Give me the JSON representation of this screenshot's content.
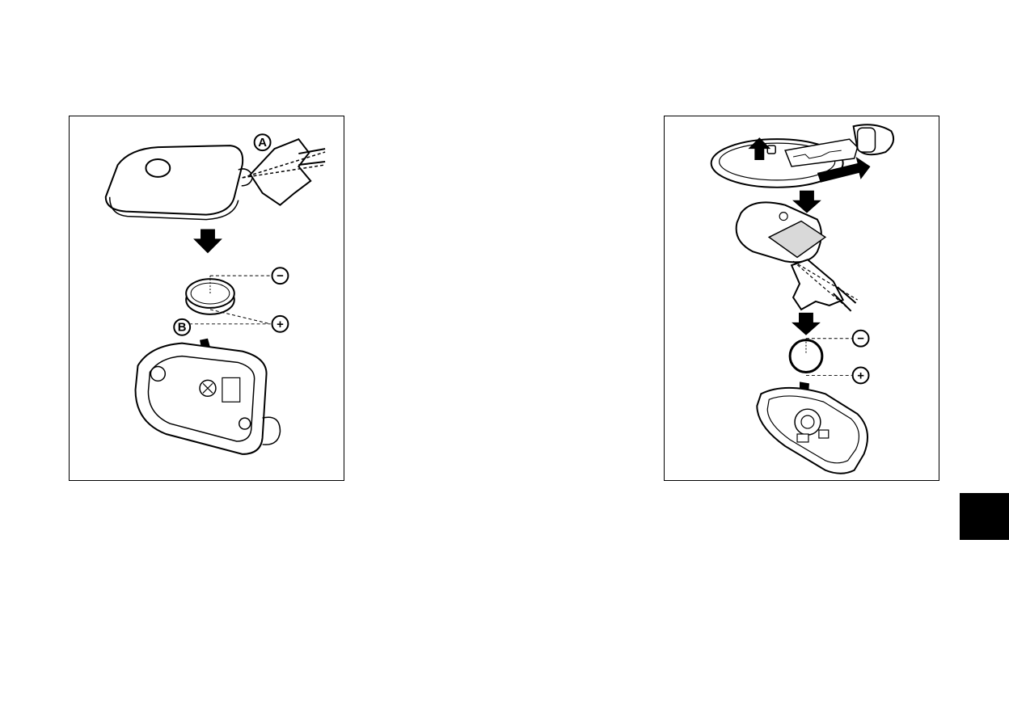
{
  "left_figure": {
    "callout_a": "A",
    "callout_b": "B",
    "minus_sign": "−",
    "plus_sign": "+",
    "icons": [
      "folding-key-fob",
      "cloth-wrapped-screwdriver",
      "down-arrow",
      "coin-battery",
      "battery-compartment"
    ]
  },
  "right_figure": {
    "minus_sign": "−",
    "plus_sign": "+",
    "icons": [
      "intelligent-key-fob",
      "mechanical-key-removal-arrow",
      "down-arrow",
      "cloth-wrapped-screwdriver",
      "coin-battery",
      "battery-compartment"
    ]
  },
  "colors": {
    "ink": "#000000",
    "paper": "#ffffff",
    "shade": "#d9d9d9"
  }
}
